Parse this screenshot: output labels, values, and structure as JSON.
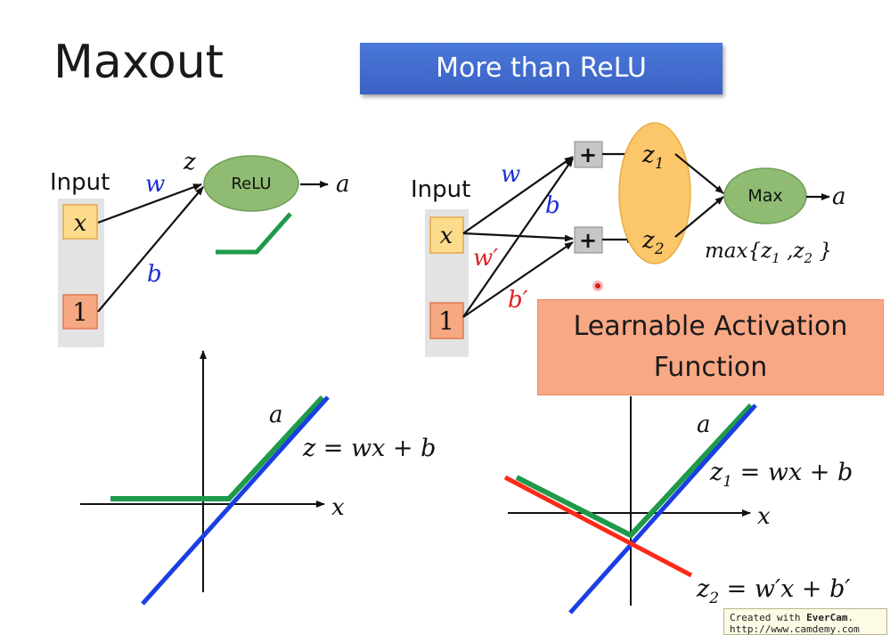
{
  "slide": {
    "title": "Maxout",
    "banner": "More than ReLU",
    "learnable_box": {
      "line1": "Learnable Activation",
      "line2": "Function"
    },
    "watermark": {
      "prefix": "Created with ",
      "brand": "EverCam",
      "suffix": ".",
      "url": "http://www.camdemy.com"
    }
  },
  "left_network": {
    "input_label": "Input",
    "x_label": "x",
    "one_label": "1",
    "w_label": "w",
    "b_label": "b",
    "z_label": "z",
    "node_label": "ReLU",
    "output_label": "a"
  },
  "right_network": {
    "input_label": "Input",
    "x_label": "x",
    "one_label": "1",
    "w_label": "w",
    "b_label": "b",
    "w_prime_label": "w′",
    "b_prime_label": "b′",
    "plus_top": "+",
    "plus_bottom": "+",
    "z1_label": "z",
    "z1_sub": "1",
    "z2_label": "z",
    "z2_sub": "2",
    "max_label": "Max",
    "output_label": "a",
    "max_formula": {
      "prefix": "max{z",
      "sub1": "1",
      "mid": " ,z",
      "sub2": "2",
      "suffix": " }"
    }
  },
  "left_plot": {
    "a_label": "a",
    "equation": "z = wx + b",
    "x_axis_label": "x"
  },
  "right_plot": {
    "a_label": "a",
    "eq1": {
      "lhs": "z",
      "sub": "1",
      "rhs": " = wx + b"
    },
    "eq2": {
      "lhs": "z",
      "sub": "2",
      "rhs": " = w′x + b′"
    },
    "x_axis_label": "x"
  },
  "colors": {
    "input_box_fill": "#fcdc8c",
    "one_box_fill": "#f6a882",
    "node_fill": "#8fbc72",
    "z_ellipse_fill": "#fbc76a",
    "blue_label": "#1a2ed4",
    "red_label": "#e02020",
    "green_line": "#1f9a4a",
    "blue_line": "#1a3fe0",
    "red_line": "#ff2a1a"
  }
}
